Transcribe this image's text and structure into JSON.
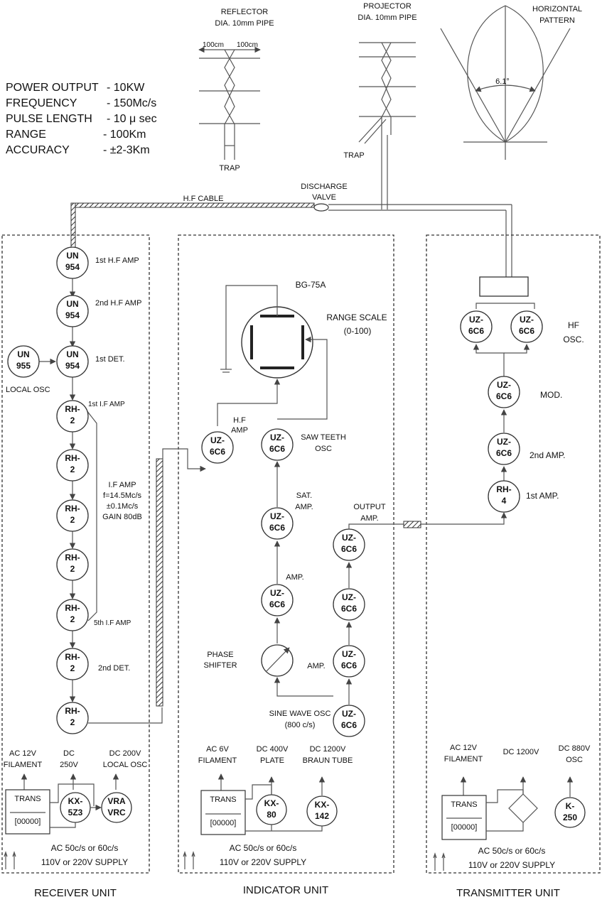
{
  "specs": [
    {
      "label": "POWER OUTPUT",
      "value": "- 10KW"
    },
    {
      "label": "FREQUENCY",
      "value": "- 150Mc/s"
    },
    {
      "label": "PULSE LENGTH",
      "value": "- 10 μ sec"
    },
    {
      "label": "RANGE",
      "value": "- 100Km"
    },
    {
      "label": "ACCURACY",
      "value": "- ±2-3Km"
    }
  ],
  "antennas": {
    "reflector_title": "REFLECTOR",
    "reflector_sub": "DIA. 10mm PIPE",
    "reflector_span_left": "100cm",
    "reflector_span_right": "100cm",
    "reflector_trap": "TRAP",
    "projector_title": "PROJECTOR",
    "projector_sub": "DIA. 10mm PIPE",
    "projector_trap": "TRAP",
    "pattern_title1": "HORIZONTAL",
    "pattern_title2": "PATTERN",
    "pattern_angle": "6.1°"
  },
  "feed": {
    "hf_cable": "H.F CABLE",
    "discharge1": "DISCHARGE",
    "discharge2": "VALVE"
  },
  "receiver": {
    "title": "RECEIVER UNIT",
    "tubes": [
      {
        "l1": "UN",
        "l2": "954",
        "label": "1st H.F AMP"
      },
      {
        "l1": "UN",
        "l2": "954",
        "label": "2nd H.F AMP"
      },
      {
        "l1": "UN",
        "l2": "954",
        "label": "1st DET."
      },
      {
        "l1": "RH-",
        "l2": "2",
        "label": "1st I.F AMP"
      },
      {
        "l1": "RH-",
        "l2": "2",
        "label": ""
      },
      {
        "l1": "RH-",
        "l2": "2",
        "label": ""
      },
      {
        "l1": "RH-",
        "l2": "2",
        "label": ""
      },
      {
        "l1": "RH-",
        "l2": "2",
        "label": "5th I.F AMP"
      },
      {
        "l1": "RH-",
        "l2": "2",
        "label": "2nd DET."
      },
      {
        "l1": "RH-",
        "l2": "2",
        "label": ""
      }
    ],
    "local_osc": {
      "l1": "UN",
      "l2": "955",
      "label": "LOCAL OSC"
    },
    "if_group": [
      "I.F AMP",
      "f=14.5Mc/s",
      "±0.1Mc/s",
      "GAIN 80dB"
    ],
    "power": {
      "ac": [
        "AC 12V",
        "FILAMENT"
      ],
      "dc1": [
        "DC",
        "250V"
      ],
      "dc2": [
        "DC 200V",
        "LOCAL OSC"
      ],
      "trans": "TRANS",
      "coil": "[00000]",
      "rect1": {
        "l1": "KX-",
        "l2": "5Z3"
      },
      "rect2": {
        "l1": "VRA",
        "l2": "VRC"
      },
      "supply1": "AC 50c/s or 60c/s",
      "supply2": "110V or 220V SUPPLY"
    }
  },
  "indicator": {
    "title": "INDICATOR UNIT",
    "crt": "BG-75A",
    "range_scale": "RANGE SCALE",
    "range_sub": "(0-100)",
    "tubes": [
      {
        "l1": "UZ-",
        "l2": "6C6",
        "label": "H.F",
        "label2": "AMP"
      },
      {
        "l1": "UZ-",
        "l2": "6C6",
        "label": "SAW TEETH",
        "label2": "OSC"
      },
      {
        "l1": "UZ-",
        "l2": "6C6",
        "label": "SAT.",
        "label2": "AMP."
      },
      {
        "l1": "UZ-",
        "l2": "6C6",
        "label": "AMP.",
        "label2": ""
      },
      {
        "l1": "UZ-",
        "l2": "6C6",
        "label": "OUTPUT",
        "label2": "AMP."
      },
      {
        "l1": "UZ-",
        "l2": "6C6",
        "label": "",
        "label2": ""
      },
      {
        "l1": "UZ-",
        "l2": "6C6",
        "label": "AMP.",
        "label2": ""
      },
      {
        "l1": "UZ-",
        "l2": "6C6",
        "label": "SINE WAVE OSC",
        "label2": "(800 c/s)"
      }
    ],
    "phase": [
      "PHASE",
      "SHIFTER"
    ],
    "power": {
      "ac": [
        "AC 6V",
        "FILAMENT"
      ],
      "dc1": [
        "DC 400V",
        "PLATE"
      ],
      "dc2": [
        "DC 1200V",
        "BRAUN TUBE"
      ],
      "trans": "TRANS",
      "coil": "[00000]",
      "rect1": {
        "l1": "KX-",
        "l2": "80"
      },
      "rect2": {
        "l1": "KX-",
        "l2": "142"
      },
      "supply1": "AC 50c/s or 60c/s",
      "supply2": "110V or 220V SUPPLY"
    }
  },
  "transmitter": {
    "title": "TRANSMITTER UNIT",
    "hf_osc": [
      "HF",
      "OSC."
    ],
    "tubes": [
      {
        "l1": "UZ-",
        "l2": "6C6",
        "label": ""
      },
      {
        "l1": "UZ-",
        "l2": "6C6",
        "label": ""
      },
      {
        "l1": "UZ-",
        "l2": "6C6",
        "label": "MOD."
      },
      {
        "l1": "UZ-",
        "l2": "6C6",
        "label": "2nd AMP."
      },
      {
        "l1": "RH-",
        "l2": "4",
        "label": "1st AMP."
      }
    ],
    "power": {
      "ac": [
        "AC 12V",
        "FILAMENT"
      ],
      "dc1": [
        "DC 1200V"
      ],
      "dc2": [
        "DC 880V",
        "OSC"
      ],
      "trans": "TRANS",
      "coil": "[00000]",
      "rect2": {
        "l1": "K-",
        "l2": "250"
      },
      "supply1": "AC 50c/s or 60c/s",
      "supply2": "110V or 220V SUPPLY"
    }
  },
  "colors": {
    "ink": "#111111",
    "line": "#555555",
    "paper": "#ffffff"
  }
}
